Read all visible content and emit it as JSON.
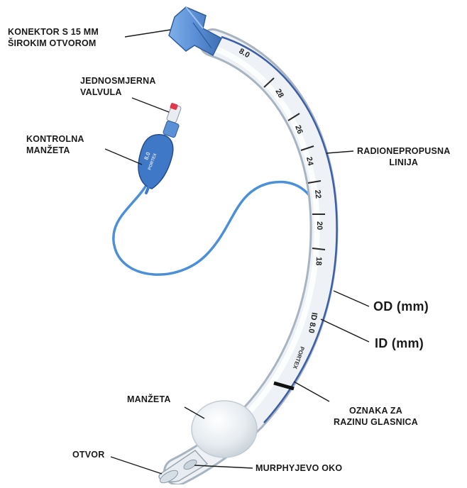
{
  "labels": {
    "connector": "KONEKTOR S 15 MM\nŠIROKIM OTVOROM",
    "valve": "JEDNOSMJERNA\nVALVULA",
    "pilot_cuff": "KONTROLNA\nMANŽETA",
    "radiopaque_line": "RADIONEPROPUSNA\nLINIJA",
    "od": "OD (mm)",
    "id": "ID (mm)",
    "vocal_cord_mark": "OZNAKA ZA\nRAZINU GLASNICA",
    "cuff": "MANŽETA",
    "opening": "OTVOR",
    "murphy_eye": "MURPHYJEVO OKO"
  },
  "tube_markings": {
    "depth_marks": [
      "28",
      "26",
      "24",
      "22",
      "20",
      "18"
    ],
    "size": "8.0",
    "id_text": "ID 8.0",
    "brand": "PORTEX"
  },
  "colors": {
    "connector": "#5b8fd6",
    "pilot_balloon": "#3f78c7",
    "pilot_line": "#4a8fd8",
    "valve_tip": "#e0374a",
    "tube_fill": "#e9eef3",
    "tube_edge": "#9aa6b2",
    "radiopaque_line": "#3b5fa8",
    "text": "#1a1a1a"
  }
}
